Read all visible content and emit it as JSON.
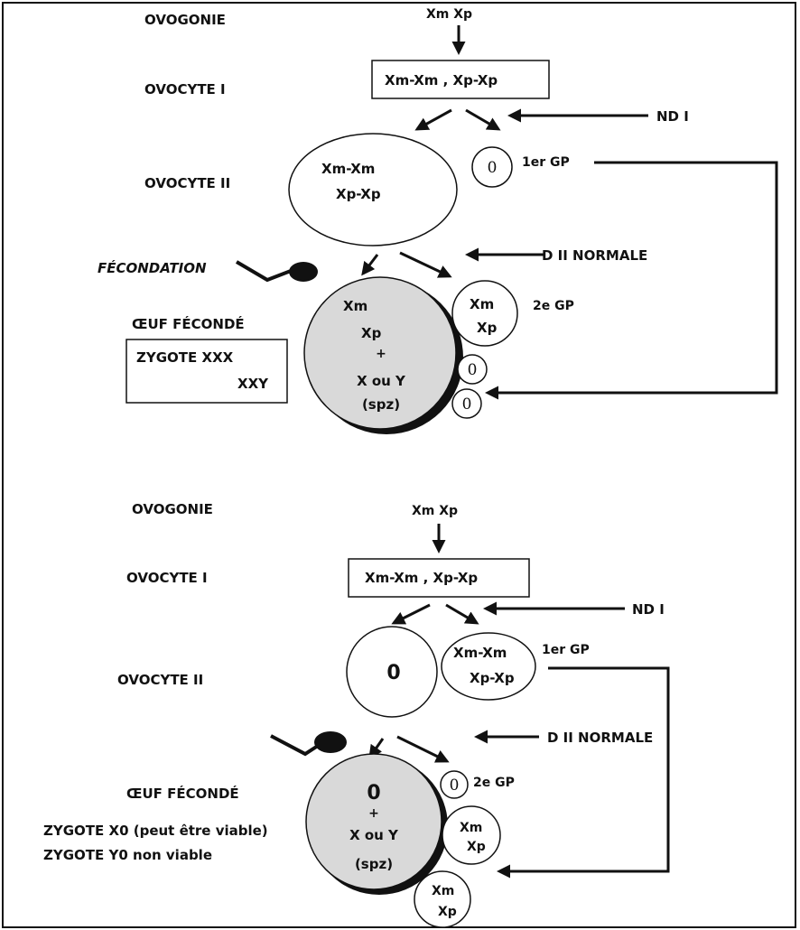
{
  "top": {
    "ovogonie_label": "OVOGONIE",
    "ovogonie_genotype": "Xm Xp",
    "ovocyte1_label": "OVOCYTE I",
    "ovocyte1_box": "Xm-Xm , Xp-Xp",
    "nd1_label": "ND I",
    "ovocyte2_label": "OVOCYTE II",
    "ovocyte2_line1": "Xm-Xm",
    "ovocyte2_line2": "Xp-Xp",
    "gp1_content": "0",
    "gp1_label": "1er GP",
    "d2_label": "D II NORMALE",
    "fecondation_label": "FÉCONDATION",
    "oeuf_label": "ŒUF FÉCONDÉ",
    "zygote_line1": "ZYGOTE XXX",
    "zygote_line2": "XXY",
    "egg_line1": "Xm",
    "egg_line2": "Xp",
    "egg_plus": "+",
    "egg_line3": "X ou Y",
    "egg_line4": "(spz)",
    "gp2_line1": "Xm",
    "gp2_line2": "Xp",
    "gp2_label": "2e GP",
    "gp_small_a": "0",
    "gp_small_b": "0"
  },
  "bottom": {
    "ovogonie_label": "OVOGONIE",
    "ovogonie_genotype": "Xm Xp",
    "ovocyte1_label": "OVOCYTE I",
    "ovocyte1_box": "Xm-Xm , Xp-Xp",
    "nd1_label": "ND I",
    "ovocyte2_label": "OVOCYTE II",
    "ovocyte2_content": "0",
    "gp1_line1": "Xm-Xm",
    "gp1_line2": "Xp-Xp",
    "gp1_label": "1er GP",
    "d2_label": "D II NORMALE",
    "oeuf_label": "ŒUF FÉCONDÉ",
    "zygote_line1": "ZYGOTE X0 (peut être viable)",
    "zygote_line2": "ZYGOTE Y0 non viable",
    "egg_zero": "0",
    "egg_plus": "+",
    "egg_line3": "X ou Y",
    "egg_line4": "(spz)",
    "gp2_content": "0",
    "gp2_label": "2e GP",
    "gp_a_line1": "Xm",
    "gp_a_line2": "Xp",
    "gp_b_line1": "Xm",
    "gp_b_line2": "Xp"
  }
}
